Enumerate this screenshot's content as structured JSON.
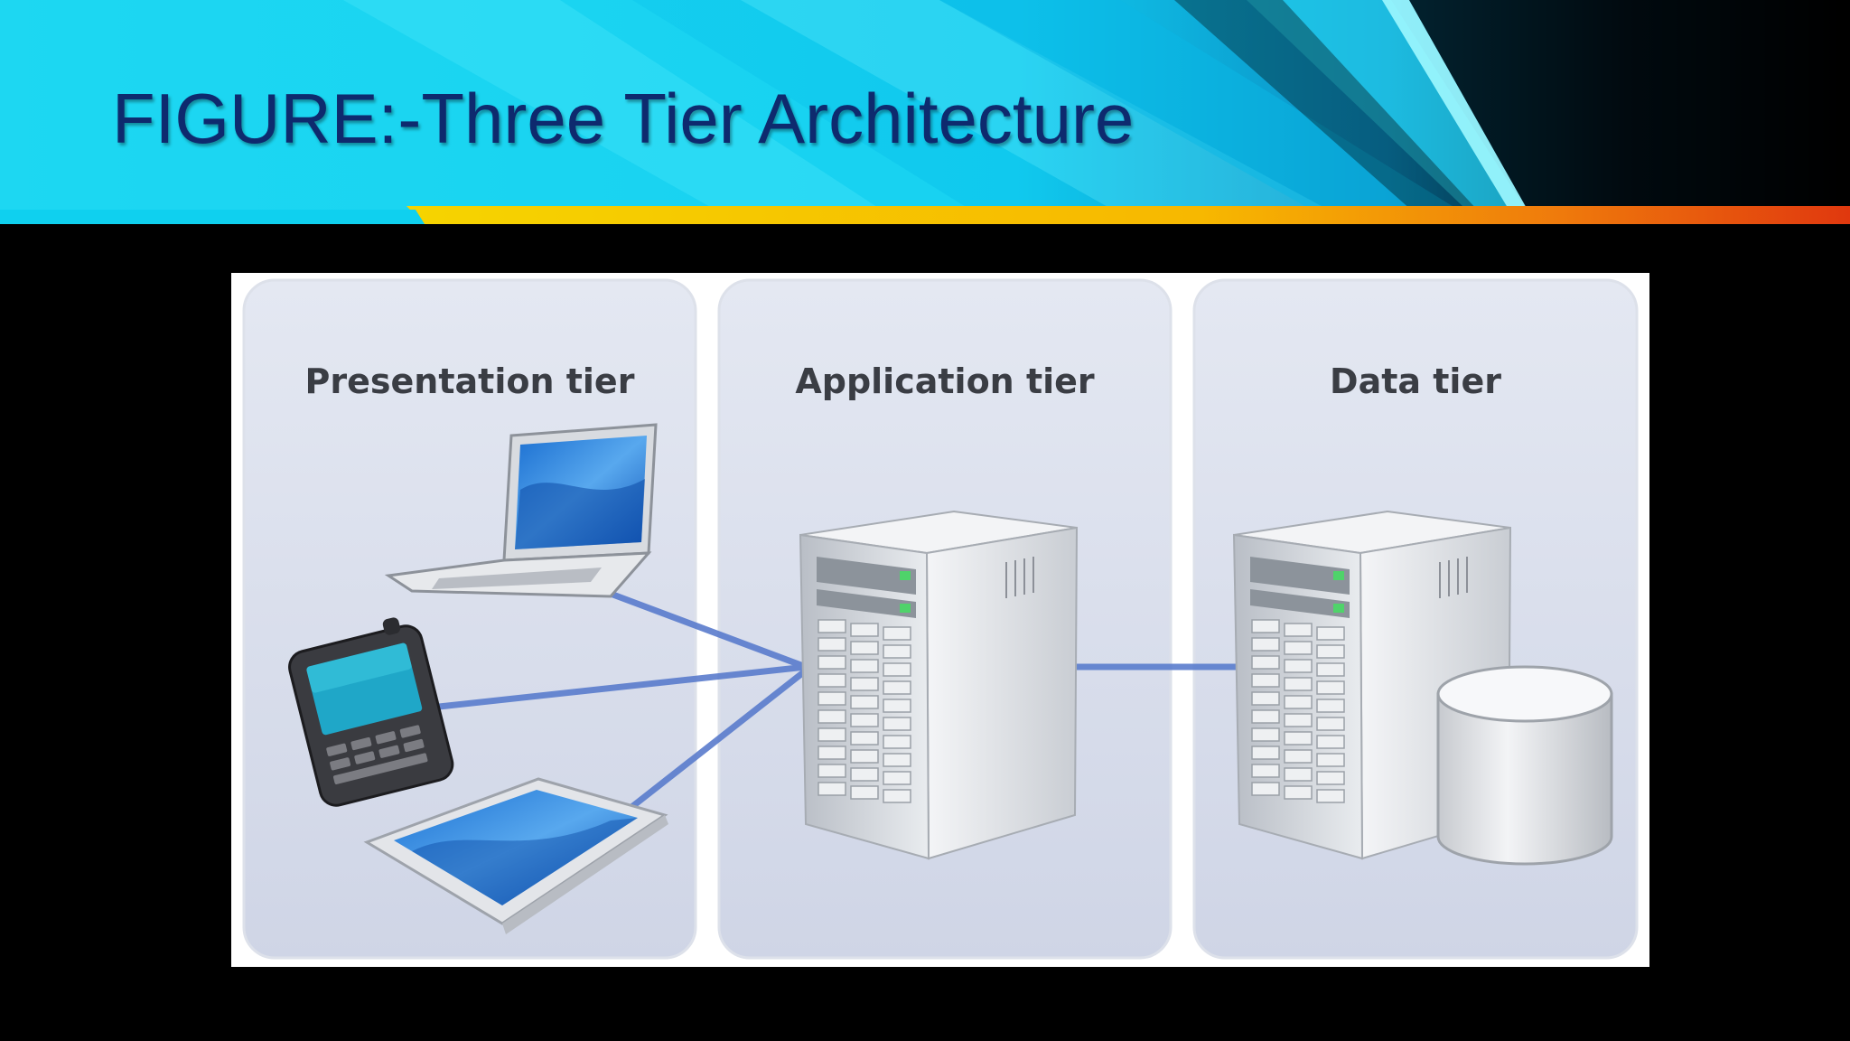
{
  "slide": {
    "title": "FIGURE:-Three Tier Architecture"
  },
  "diagram": {
    "tiers": [
      {
        "label": "Presentation tier",
        "devices": [
          "laptop-icon",
          "pda-icon",
          "tablet-icon"
        ]
      },
      {
        "label": "Application tier",
        "devices": [
          "server-icon"
        ]
      },
      {
        "label": "Data tier",
        "devices": [
          "server-icon",
          "database-icon"
        ]
      }
    ],
    "connections": [
      {
        "from": "laptop",
        "to": "application-server"
      },
      {
        "from": "pda",
        "to": "application-server"
      },
      {
        "from": "tablet",
        "to": "application-server"
      },
      {
        "from": "application-server",
        "to": "data-server"
      }
    ]
  },
  "colors": {
    "banner_cyan": "#16d2ef",
    "banner_dark": "#000000",
    "accent_yellow": "#f2c500",
    "accent_orange": "#e65a12",
    "title_text": "#0e2a6e",
    "panel_fill": "#d3d9e9",
    "connector": "#5577c8"
  }
}
